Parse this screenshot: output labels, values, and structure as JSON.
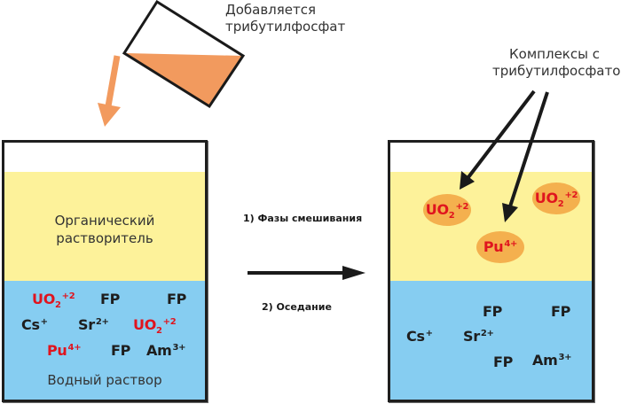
{
  "colors": {
    "organic_phase": "#fdf29a",
    "aqueous_phase": "#86cdf1",
    "tbp_liquid": "#f29a5e",
    "complex_blob": "#f4b04e",
    "extractable_ion": "#e0141e",
    "other_ion": "#1e1e1e"
  },
  "top_caption": {
    "line1": "Добавляется",
    "line2": "трибутилфосфат"
  },
  "right_caption": {
    "line1": "Комплексы с",
    "line2": "трибутилфосфатом"
  },
  "process": {
    "step1": "1) Фазы смешивания",
    "step2": "2) Оседание"
  },
  "left_beaker": {
    "organic_label_line1": "Органический",
    "organic_label_line2": "растворитель",
    "aqueous_label": "Водный раствор",
    "ions": [
      {
        "base": "UO",
        "sub": "2",
        "sup": "+2",
        "extractable": true
      },
      {
        "base": "FP",
        "sub": "",
        "sup": "",
        "extractable": false
      },
      {
        "base": "FP",
        "sub": "",
        "sup": "",
        "extractable": false
      },
      {
        "base": "Cs",
        "sub": "",
        "sup": "+",
        "extractable": false
      },
      {
        "base": "Sr",
        "sub": "",
        "sup": "2+",
        "extractable": false
      },
      {
        "base": "UO",
        "sub": "2",
        "sup": "+2",
        "extractable": true
      },
      {
        "base": "Pu",
        "sub": "",
        "sup": "4+",
        "extractable": true
      },
      {
        "base": "FP",
        "sub": "",
        "sup": "",
        "extractable": false
      },
      {
        "base": "Am",
        "sub": "",
        "sup": "3+",
        "extractable": false
      }
    ]
  },
  "right_beaker": {
    "complexes": [
      {
        "base": "UO",
        "sub": "2",
        "sup": "+2"
      },
      {
        "base": "UO",
        "sub": "2",
        "sup": "+2"
      },
      {
        "base": "Pu",
        "sub": "",
        "sup": "4+"
      }
    ],
    "ions": [
      {
        "base": "FP",
        "sub": "",
        "sup": ""
      },
      {
        "base": "FP",
        "sub": "",
        "sup": ""
      },
      {
        "base": "Cs",
        "sub": "",
        "sup": "+"
      },
      {
        "base": "Sr",
        "sub": "",
        "sup": "2+"
      },
      {
        "base": "FP",
        "sub": "",
        "sup": ""
      },
      {
        "base": "Am",
        "sub": "",
        "sup": "3+"
      }
    ]
  }
}
